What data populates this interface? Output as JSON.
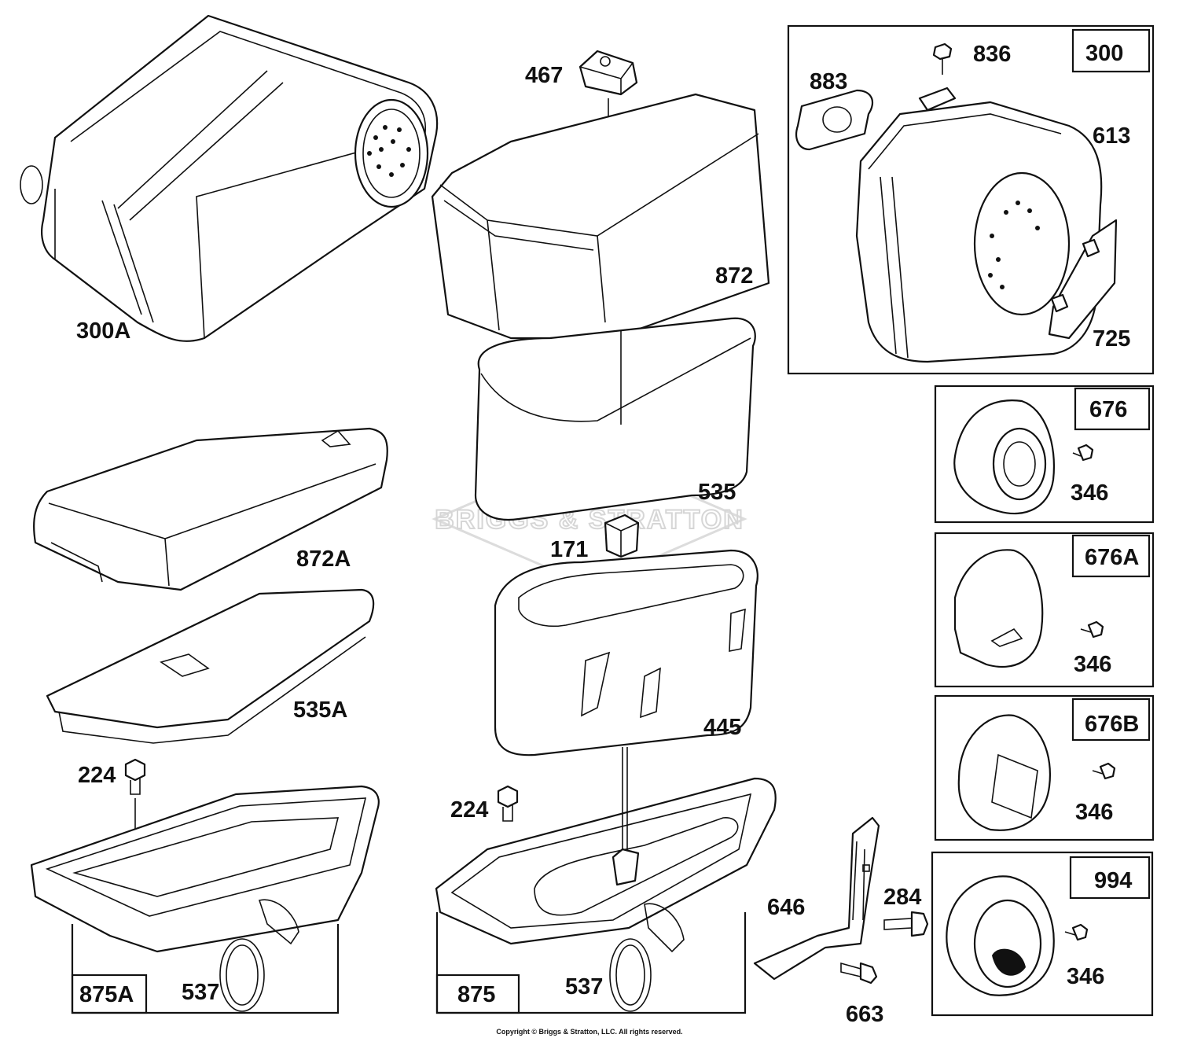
{
  "diagram": {
    "watermark": "BRIGGS & STRATTON",
    "copyright": "Copyright © Briggs & Stratton, LLC. All rights reserved.",
    "labels": {
      "p300A": "300A",
      "p467": "467",
      "p872": "872",
      "p883": "883",
      "p836": "836",
      "p300": "300",
      "p613": "613",
      "p725": "725",
      "p676": "676",
      "p346a": "346",
      "p535": "535",
      "p872A": "872A",
      "p171": "171",
      "p676A": "676A",
      "p346b": "346",
      "p535A": "535A",
      "p445": "445",
      "p676B": "676B",
      "p346c": "346",
      "p224a": "224",
      "p224b": "224",
      "p994": "994",
      "p646": "646",
      "p284": "284",
      "p346d": "346",
      "p875A": "875A",
      "p537a": "537",
      "p875": "875",
      "p537b": "537",
      "p663": "663"
    }
  }
}
